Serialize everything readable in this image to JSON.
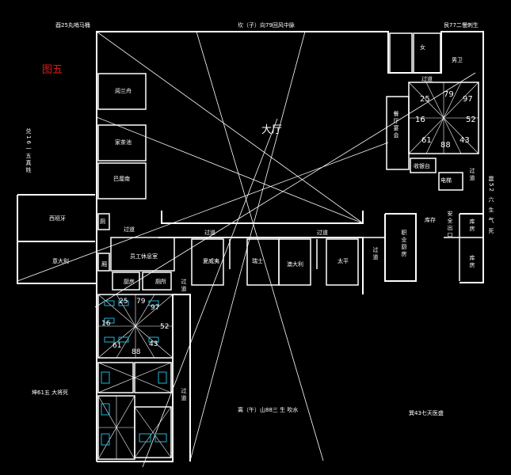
{
  "figure_label": "图五",
  "surroundings": {
    "top_left": "酉25丸哨马桶",
    "top_center": "坎（子）向79回风中脉",
    "top_right": "艮77二慢刺生",
    "left_upper": "兑16一五真姓",
    "left_lower": "坤61五 大将死",
    "bottom_center": "离（午）山88三 生 吹水",
    "bottom_right": "巽43七天医盛",
    "right": "震52 六 生 气 死"
  },
  "rooms": {
    "main_hall": "大厅",
    "room_a": "阅兰舟",
    "room_b": "家茶池",
    "room_c": "巴厘南",
    "room_d": "西班牙",
    "room_e": "意大利",
    "room_f": "员工休息室",
    "room_g": "厨房",
    "room_h": "厕所",
    "room_i": "厕",
    "room_j": "厢",
    "room_k": "夏威夷",
    "room_l": "瑞士",
    "room_m": "澳大利",
    "room_n": "太平",
    "room_o": "女",
    "room_p": "男卫",
    "room_q": "收银台",
    "room_r": "餐厅宴会",
    "room_s": "职业厨房",
    "room_t": "电梯",
    "room_u": "安全出口",
    "room_v": "库房",
    "room_w": "库房",
    "room_x": "库存",
    "corridor": "过道"
  },
  "grid_upper_right": [
    "25",
    "79",
    "97",
    "16",
    "52",
    "61",
    "88",
    "43"
  ],
  "grid_left": [
    "25",
    "79",
    "97",
    "16",
    "52",
    "61",
    "88",
    "43"
  ]
}
